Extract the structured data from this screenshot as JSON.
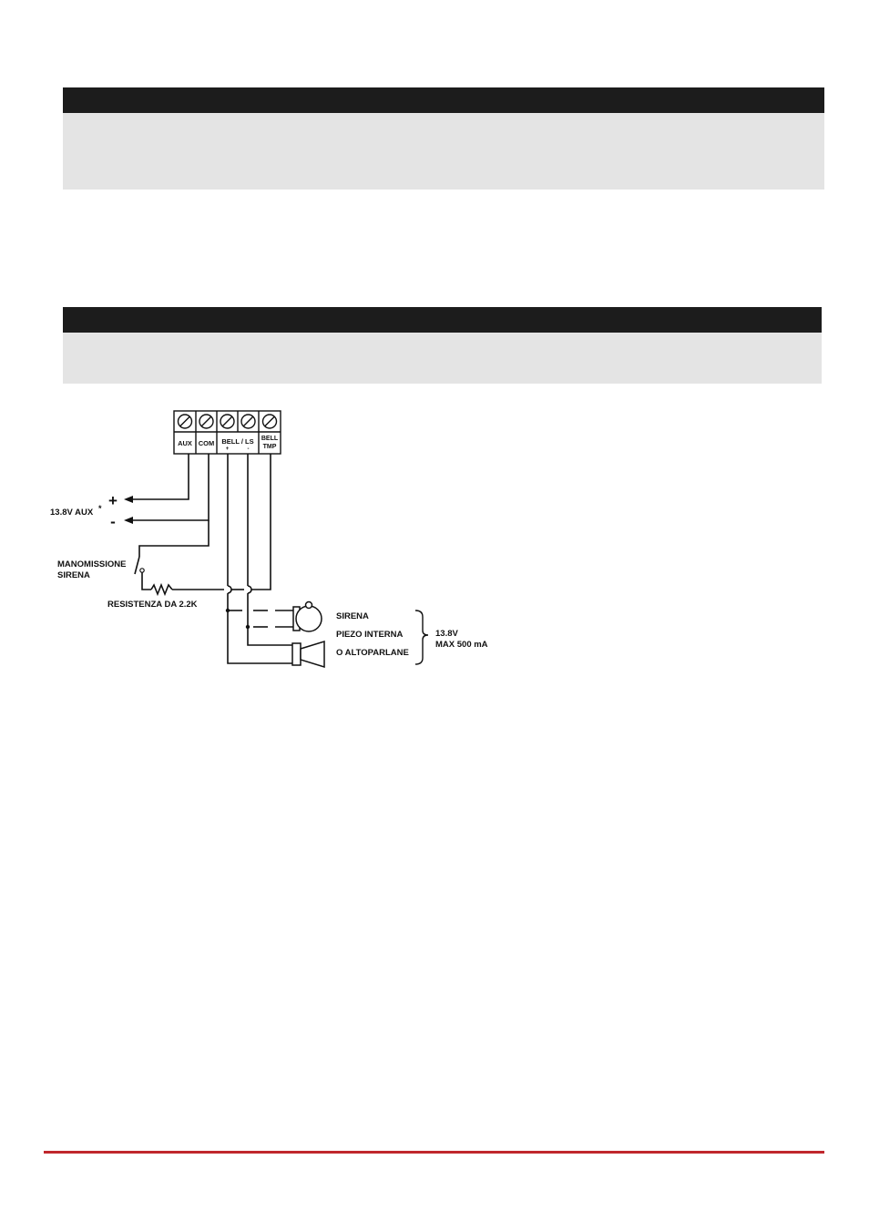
{
  "terminals": {
    "aux": "AUX",
    "com": "COM",
    "bell_ls": "BELL / LS",
    "bell_plus": "+",
    "bell_minus": "-",
    "bell_tmp_1": "BELL",
    "bell_tmp_2": "TMP"
  },
  "aux_output": {
    "label": "13.8V AUX",
    "asterisk": "*",
    "plus": "+",
    "minus": "-"
  },
  "tamper": {
    "line1": "MANOMISSIONE",
    "line2": "SIRENA"
  },
  "resistor": {
    "label": "RESISTENZA DA 2.2K"
  },
  "siren": {
    "line1": "SIRENA",
    "line2": "PIEZO INTERNA",
    "line3": "O ALTOPARLANE"
  },
  "rating": {
    "voltage": "13.8V",
    "current": "MAX 500 mA"
  },
  "colors": {
    "band_dark": "#1c1c1c",
    "band_light": "#e4e4e4",
    "footer_rule": "#c0272d"
  }
}
